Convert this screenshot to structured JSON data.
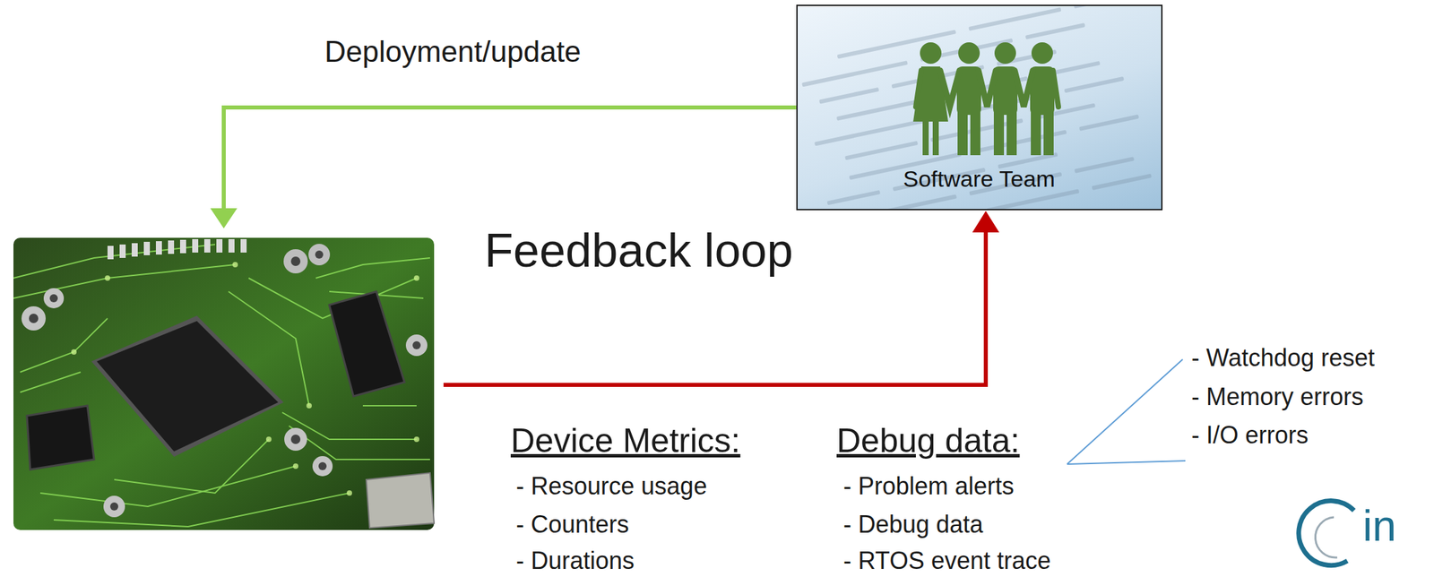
{
  "diagram": {
    "nodes": [
      {
        "text": [
          "Software Team"
        ]
      }
    ],
    "labels": [
      "Deployment/update",
      "Feedback loop",
      "Device Metrics:",
      "- Resource usage",
      "- Counters",
      "- Durations",
      "Debug data:",
      "- Problem alerts",
      "- Debug data",
      "- RTOS event trace",
      "- Watchdog reset",
      "- Memory errors",
      "- I/O errors",
      "in"
    ]
  }
}
